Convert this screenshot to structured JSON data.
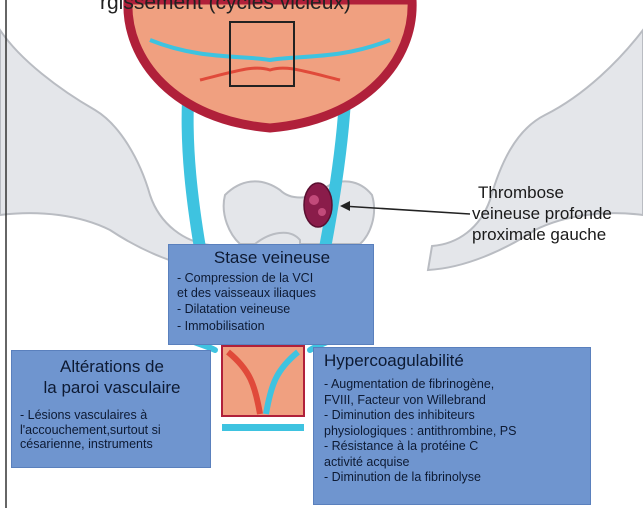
{
  "title": {
    "fragment": "rgissement (cycles viciéux)"
  },
  "thrombosis_label": {
    "line1": "Thrombose",
    "line2": "veineuse profonde",
    "line3": "proximale gauche"
  },
  "stase": {
    "title": "Stase veineuse",
    "items": [
      "- Compression de la VCI",
      "  et des vaisseaux iliaques",
      "- Dilatation veineuse",
      "- Immobilisation"
    ]
  },
  "alterations": {
    "title_line1": "Altérations de",
    "title_line2": "la paroi vasculaire",
    "items": [
      "- Lésions vasculaires à",
      "l'accouchement,surtout si",
      "césarienne, instruments"
    ]
  },
  "hyper": {
    "title": "Hypercoagulabilité",
    "items": [
      "- Augmentation de fibrinogène,",
      "  FVIII, Facteur von Willebrand",
      "- Diminution des inhibiteurs",
      "  physiologiques : antithrombine, PS",
      "- Résistance à la protéine C",
      "  activité acquise",
      "- Diminution de la fibrinolyse"
    ]
  },
  "colors": {
    "box_fill": "#6f95cf",
    "vein": "#3ec3e0",
    "uterus_outline": "#b0203a",
    "uterus_fill": "#f0a080",
    "bone": "#e4e6ea",
    "clot": "#8a1c4a"
  }
}
